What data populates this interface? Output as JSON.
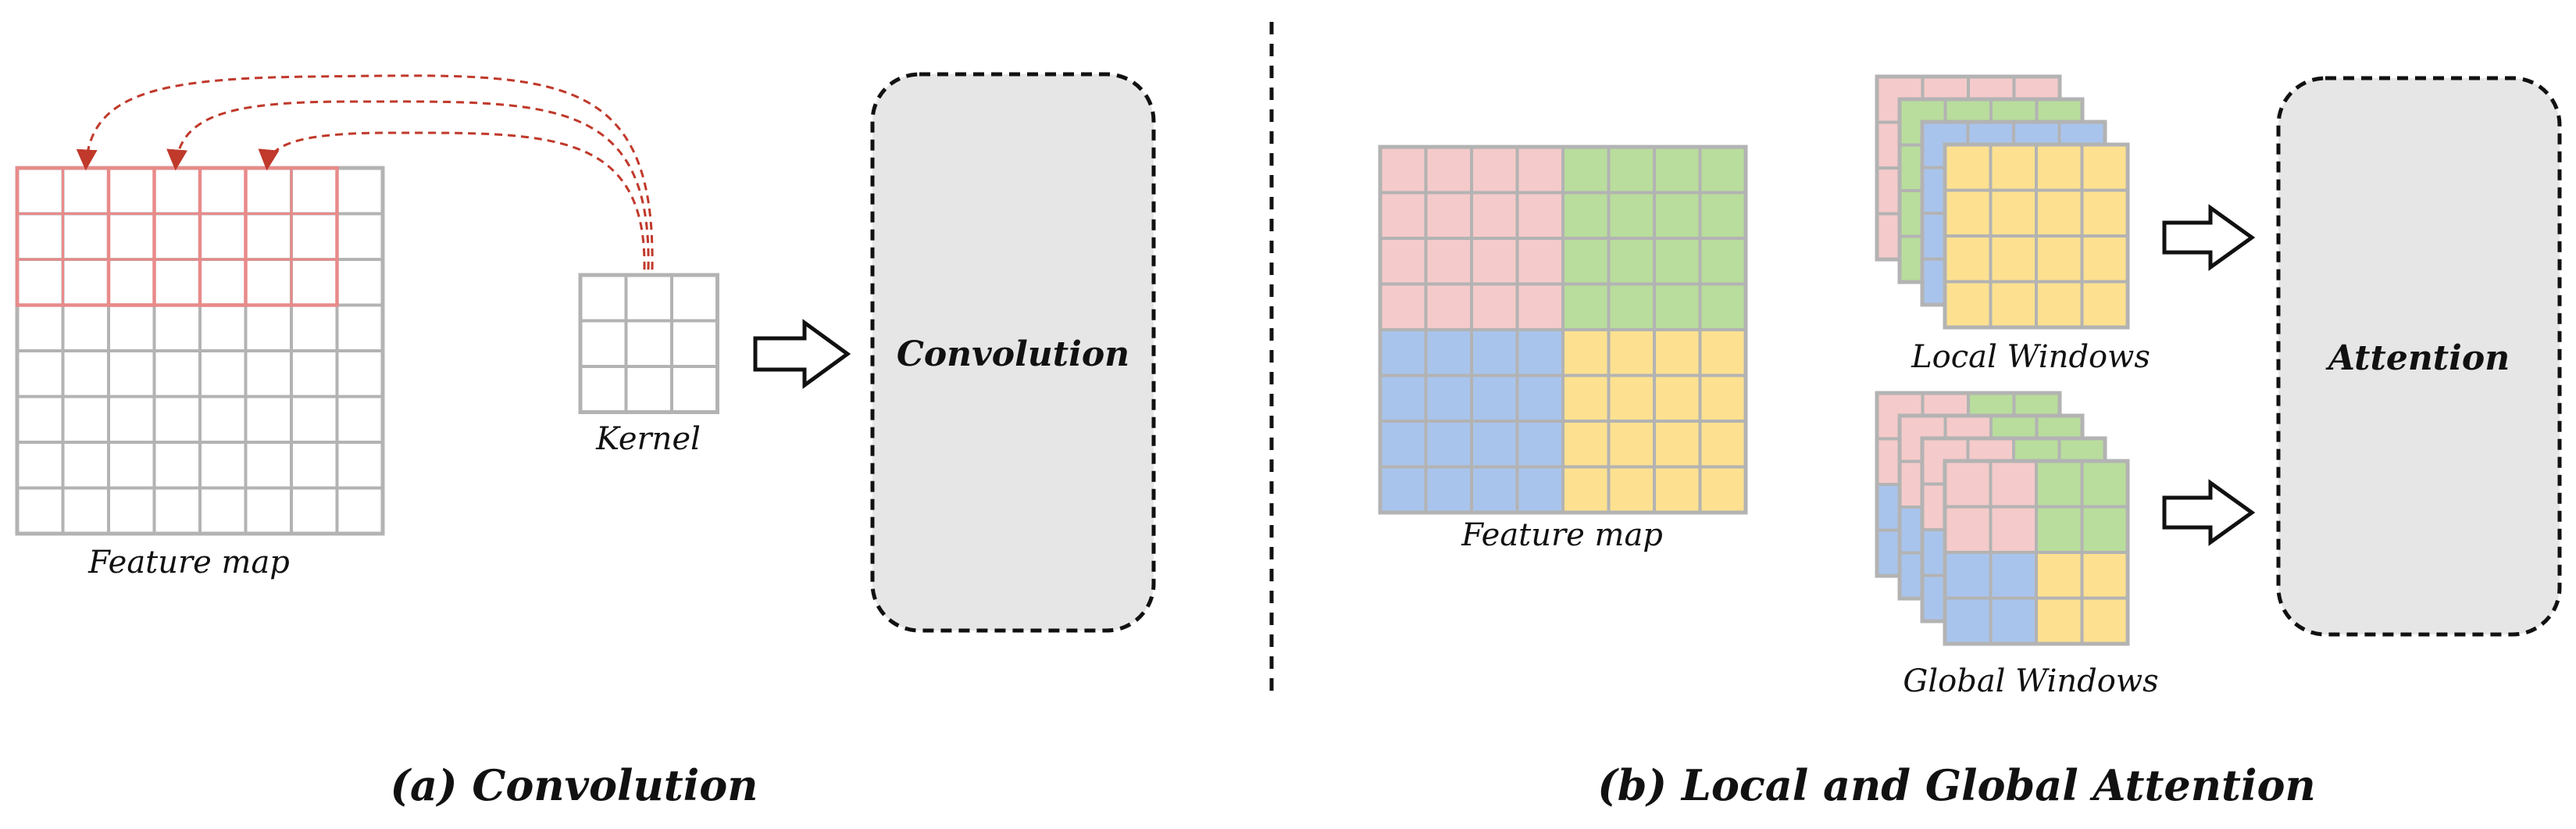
{
  "panel_a": {
    "feature_map_label": "Feature map",
    "kernel_label": "Kernel",
    "op_label": "Convolution",
    "caption": "(a) Convolution"
  },
  "panel_b": {
    "feature_map_label": "Feature map",
    "local_windows_label": "Local Windows",
    "global_windows_label": "Global Windows",
    "op_label": "Attention",
    "caption": "(b) Local and Global Attention"
  },
  "colors": {
    "grid_line": "#b3b3b3",
    "highlight": "#e88a8a",
    "dashed_arrow": "#c0392b",
    "box_fill": "#e6e6e6",
    "pink": "#f5caca",
    "green": "#b9dd9c",
    "blue": "#a9c4ec",
    "yellow": "#fde190"
  }
}
